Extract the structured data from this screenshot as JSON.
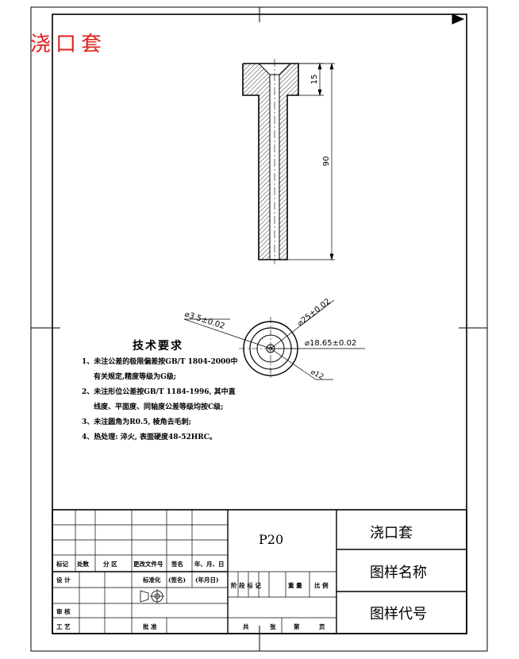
{
  "sheet_title": "浇口套",
  "tech": {
    "heading": "技术要求",
    "lines": [
      "1、未注公差的极限偏差按GB/T 1804-2000中",
      "有关规定,精度等级为G级;",
      "2、未注形位公差按GB/T 1184-1996, 其中直",
      "线度、平面度、同轴度公差等级均按C级;",
      "3、未注圆角为R0.5, 棱角去毛刺;",
      "4、热处理: 淬火, 表面硬度48-52HRC。"
    ]
  },
  "dims": {
    "d15": "15",
    "d90": "90",
    "dia35": "⌀3.5±0.02",
    "dia25": "⌀25±0.02",
    "dia1865": "⌀18.65±0.02",
    "dia12": "⌀12"
  },
  "title_block": {
    "h_biaoji": "标记",
    "h_chushu": "处数",
    "h_fenqu": "分 区",
    "h_gengai": "更改文件号",
    "h_qianming": "签名",
    "h_nianyueri": "年、月、日",
    "sheji": "设 计",
    "biaozhunhua": "标准化",
    "qianming2": "(签名)",
    "nianyueri2": "(年月日)",
    "shenhe": "审 核",
    "gongyi": "工 艺",
    "pizhun": "批 准",
    "material": "P20",
    "jieduan": "阶 段 标 记",
    "zhongliang": "重 量",
    "bili": "比 例",
    "gong": "共",
    "zhang": "张",
    "di": "第",
    "ye": "页",
    "part_name": "浇口套",
    "name_label": "图样名称",
    "code_label": "图样代号"
  }
}
